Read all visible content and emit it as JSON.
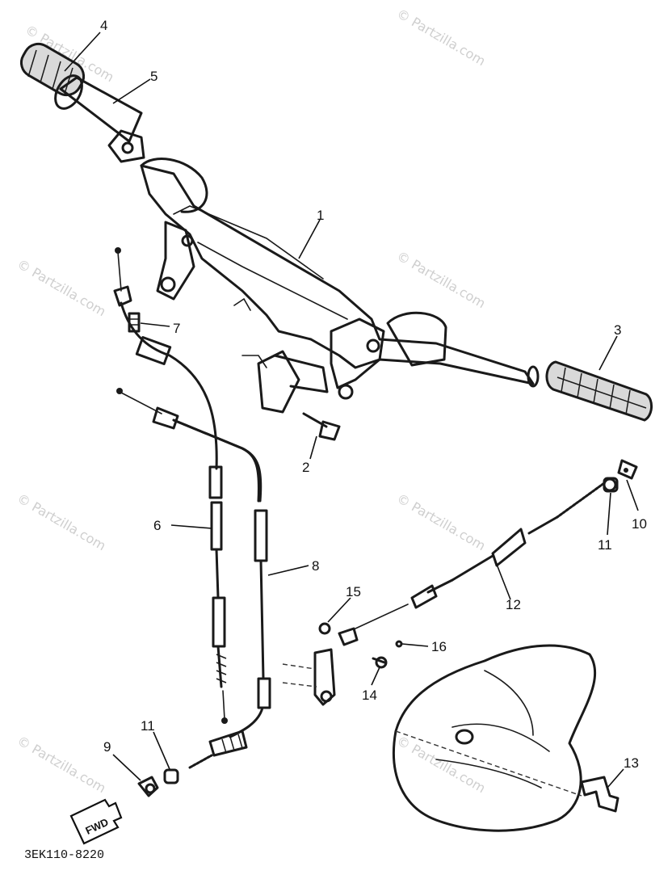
{
  "watermark": "© Partzilla.com",
  "drawing_code": "3EK110-8220",
  "direction_label": "FWD",
  "callouts": {
    "c1": "1",
    "c2": "2",
    "c3": "3",
    "c4": "4",
    "c5": "5",
    "c6": "6",
    "c7": "7",
    "c8": "8",
    "c9": "9",
    "c10": "10",
    "c11a": "11",
    "c11b": "11",
    "c12": "12",
    "c13": "13",
    "c14": "14",
    "c15": "15",
    "c16": "16"
  }
}
